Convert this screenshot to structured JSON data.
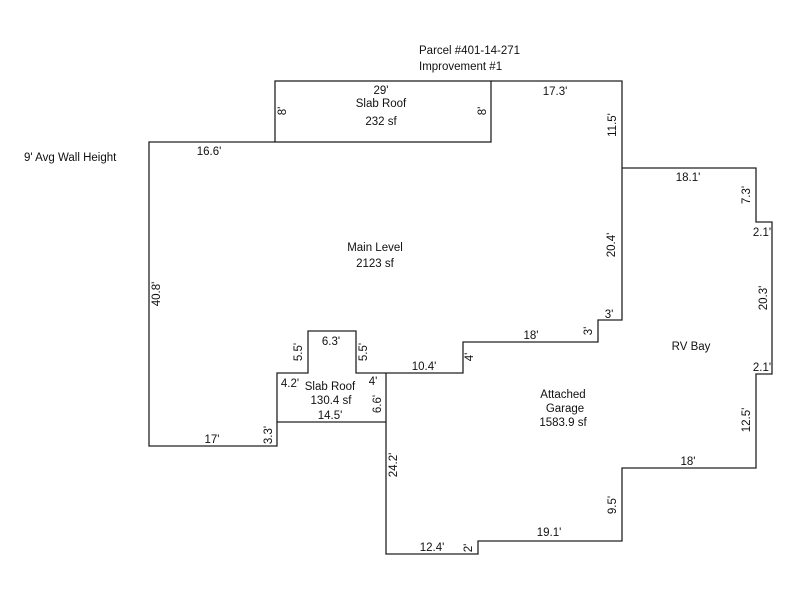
{
  "header": {
    "parcel": "Parcel #401-14-271",
    "improvement": "Improvement #1"
  },
  "wall_height_note": "9' Avg Wall Height",
  "areas": {
    "slab_roof_top": {
      "name": "Slab Roof",
      "size": "232 sf"
    },
    "main_level": {
      "name": "Main Level",
      "size": "2123 sf"
    },
    "slab_roof_small": {
      "name": "Slab Roof",
      "size": "130.4 sf"
    },
    "garage": {
      "name_line1": "Attached",
      "name_line2": "Garage",
      "size": "1583.9 sf"
    },
    "rv_bay": {
      "name": "RV Bay"
    }
  },
  "dims": {
    "d29": "29'",
    "d8a": "8'",
    "d8b": "8'",
    "d17_3": "17.3'",
    "d11_5": "11.5'",
    "d16_6": "16.6'",
    "d40_8": "40.8'",
    "d17": "17'",
    "d3_3": "3.3'",
    "d4_2": "4.2'",
    "d14_5": "14.5'",
    "d5_5a": "5.5'",
    "d6_3": "6.3'",
    "d5_5b": "5.5'",
    "d4a": "4'",
    "d6_6": "6.6'",
    "d10_4": "10.4'",
    "d4b": "4'",
    "d18a": "18'",
    "d3": "3'",
    "d20_4": "20.4'",
    "d18_1": "18.1'",
    "d7_3": "7.3'",
    "d2_1a": "2.1'",
    "d20_3": "20.3'",
    "d2_1b": "2.1'",
    "d12_5": "12.5'",
    "d18b": "18'",
    "d9_5": "9.5'",
    "d19_1": "19.1'",
    "d2": "2'",
    "d12_4": "12.4'",
    "d24_2": "24.2'"
  }
}
